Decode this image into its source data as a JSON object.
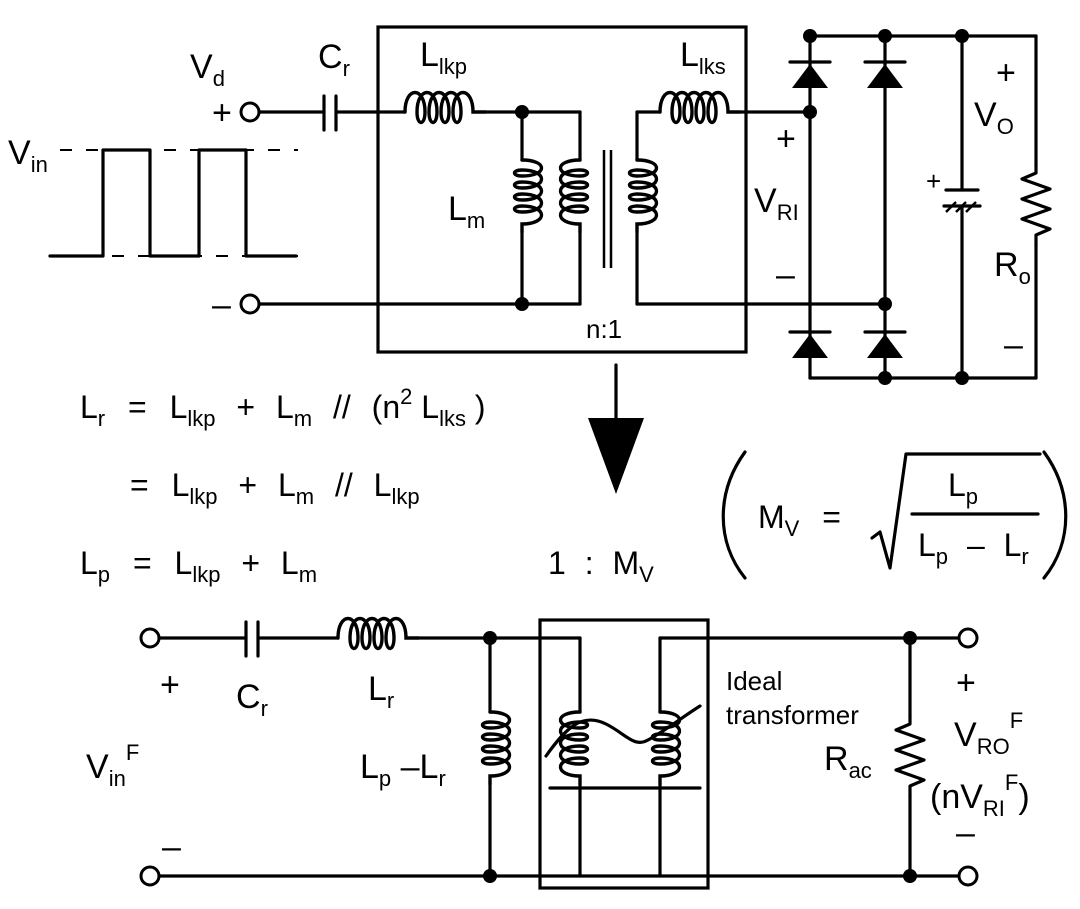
{
  "top_circuit": {
    "source_label": "V",
    "source_sub": "d",
    "input_label": "V",
    "input_sub": "in",
    "plus": "+",
    "minus": "–",
    "cap_label": "C",
    "cap_sub": "r",
    "lkp_label": "L",
    "lkp_sub": "lkp",
    "lks_label": "L",
    "lks_sub": "lks",
    "lm_label": "L",
    "lm_sub": "m",
    "turns_ratio": "n:1",
    "vri_label": "V",
    "vri_sub": "RI",
    "vo_label": "V",
    "vo_sub": "O",
    "ro_label": "R",
    "ro_sub": "o"
  },
  "equations": {
    "eq1": {
      "lhs": "L",
      "lhs_sub": "r",
      "rhs_a": "L",
      "rhs_a_sub": "lkp",
      "plus": "+",
      "rhs_b": "L",
      "rhs_b_sub": "m",
      "par": "//",
      "paren_open": "(n",
      "paren_sup": "2",
      "rhs_c": " L",
      "rhs_c_sub": "lks",
      "paren_close": ")",
      "eq": "="
    },
    "eq2": {
      "eq": "=",
      "rhs_a": "L",
      "rhs_a_sub": "lkp",
      "plus": "+",
      "rhs_b": "L",
      "rhs_b_sub": "m",
      "par": "//",
      "rhs_c": "L",
      "rhs_c_sub": "lkp"
    },
    "eq3": {
      "lhs": "L",
      "lhs_sub": "p",
      "eq": "=",
      "rhs_a": "L",
      "rhs_a_sub": "lkp",
      "plus": "+",
      "rhs_b": "L",
      "rhs_b_sub": "m"
    },
    "mv": {
      "lhs": "M",
      "lhs_sub": "V",
      "eq": "=",
      "num": "L",
      "num_sub": "p",
      "den_a": "L",
      "den_a_sub": "p",
      "den_minus": "–",
      "den_b": "L",
      "den_b_sub": "r"
    },
    "ratio": {
      "one": "1",
      "colon": ":",
      "m": "M",
      "m_sub": "V"
    }
  },
  "bottom_circuit": {
    "vin_label": "V",
    "vin_sub": "in",
    "vin_sup": "F",
    "plus": "+",
    "minus": "–",
    "cap_label": "C",
    "cap_sub": "r",
    "lr_label": "L",
    "lr_sub": "r",
    "lplr_label_a": "L",
    "lplr_sub_a": "p",
    "lplr_minus": "–",
    "lplr_label_b": "L",
    "lplr_sub_b": "r",
    "ideal_line1": "Ideal",
    "ideal_line2": "transformer",
    "rac_label": "R",
    "rac_sub": "ac",
    "vro_label": "V",
    "vro_sub": "RO",
    "vro_sup": "F",
    "nvri_open": "(nV",
    "nvri_sub": "RI",
    "nvri_sup": "F",
    "nvri_close": ")"
  }
}
